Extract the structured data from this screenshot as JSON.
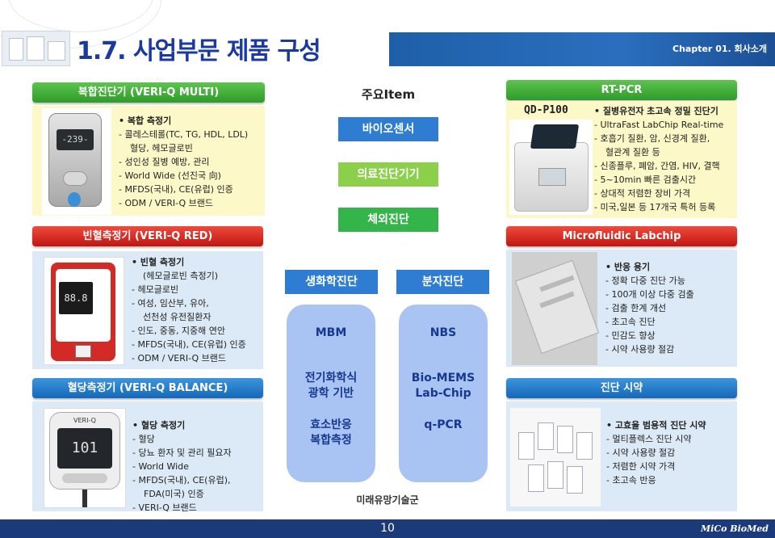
{
  "header": {
    "title": "1.7. 사업부문 제품 구성",
    "chapter": "Chapter 01. 회사소개"
  },
  "left": {
    "multi": {
      "header": "복합진단기 (VERI-Q MULTI)",
      "device_screen": "-239-",
      "items": [
        "• 복합 측정기",
        "- 콜레스테롤(TC, TG, HDL, LDL)",
        "혈당, 헤모글로빈",
        "- 성인성 질병 예방, 관리",
        "- World Wide (선진국 向)",
        "- MFDS(국내), CE(유럽) 인증",
        "- ODM / VERI-Q 브랜드"
      ]
    },
    "red": {
      "header": "빈혈측정기 (VERI-Q RED)",
      "device_screen": "88.8",
      "items": [
        "• 빈혈 측정기",
        "(헤모글로빈 측정기)",
        "- 헤모글로빈",
        "- 여성, 임산부, 유아,",
        "선천성 유전질환자",
        "- 인도, 중동, 지중해 연안",
        "- MFDS(국내), CE(유럽) 인증",
        "- ODM / VERI-Q 브랜드"
      ]
    },
    "balance": {
      "header": "혈당측정기 (VERI-Q BALANCE)",
      "device_brand": "VERI-Q",
      "device_screen": "101",
      "items": [
        "• 혈당 측정기",
        "- 혈당",
        "- 당뇨 환자 및 관리 필요자",
        "- World Wide",
        "- MFDS(국내), CE(유럽),",
        "FDA(미국) 인증",
        "- VERI-Q 브랜드"
      ]
    }
  },
  "center": {
    "main_item_title": "주요Item",
    "items": [
      "바이오센서",
      "의료진단기기",
      "체외진단"
    ],
    "categories": {
      "biochem": {
        "label": "생화학진단",
        "lines": [
          "MBM",
          "전기화학식",
          "광학 기반",
          "효소반응",
          "복합측정"
        ]
      },
      "molecular": {
        "label": "분자진단",
        "lines": [
          "NBS",
          "Bio-MEMS",
          "Lab-Chip",
          "q-PCR"
        ]
      }
    },
    "footer_label": "미래유망기술군"
  },
  "right": {
    "rtpcr": {
      "header": "RT-PCR",
      "model": "QD-P100",
      "items": [
        "• 질병유전자 초고속 정밀 진단기",
        "- UltraFast LabChip Real-time",
        "- 호흡기 질환, 암, 신경계 질환,",
        "혈관계 질환 등",
        "- 신종플루, 폐암, 간염, HIV, 결핵",
        "- 5~10min 빠른 검출시간",
        "- 상대적 저렴한 장비 가격",
        "- 미국,일본 등 17개국 특허 등록"
      ]
    },
    "labchip": {
      "header": "Microfluidic Labchip",
      "items": [
        "• 반응 용기",
        "- 정확 다중 진단 가능",
        "- 100개 이상 다중 검출",
        "- 검출 한계 개선",
        "- 초고속 진단",
        "- 민감도 향상",
        "- 시약 사용량 절감"
      ]
    },
    "reagent": {
      "header": "진단 시약",
      "items": [
        "• 고효율 범용적 진단 시약",
        "- 멀티플렉스 진단 시약",
        "- 시약 사용량 절감",
        "- 저렴한 시약 가격",
        "- 초고속 반응"
      ]
    }
  },
  "footer": {
    "page": "10",
    "brand": "MiCo BioMed"
  },
  "colors": {
    "title": "#1b3aa0",
    "green_header": "#2d9b2a",
    "red_header": "#c01612",
    "blue_header": "#1468b8",
    "pill": "#a9c3f2",
    "footer": "#1b3a7a"
  }
}
